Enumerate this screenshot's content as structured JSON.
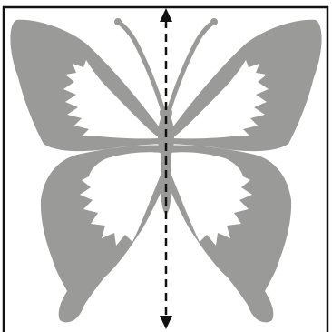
{
  "figure": {
    "subject": "butterfly",
    "wing_color": "#9a9a98",
    "pattern_color": "#ffffff",
    "frame_color": "#111111",
    "axis": {
      "kind": "line-of-symmetry",
      "style": "dashed",
      "arrowheads": "both-ends",
      "color": "#111111"
    }
  }
}
